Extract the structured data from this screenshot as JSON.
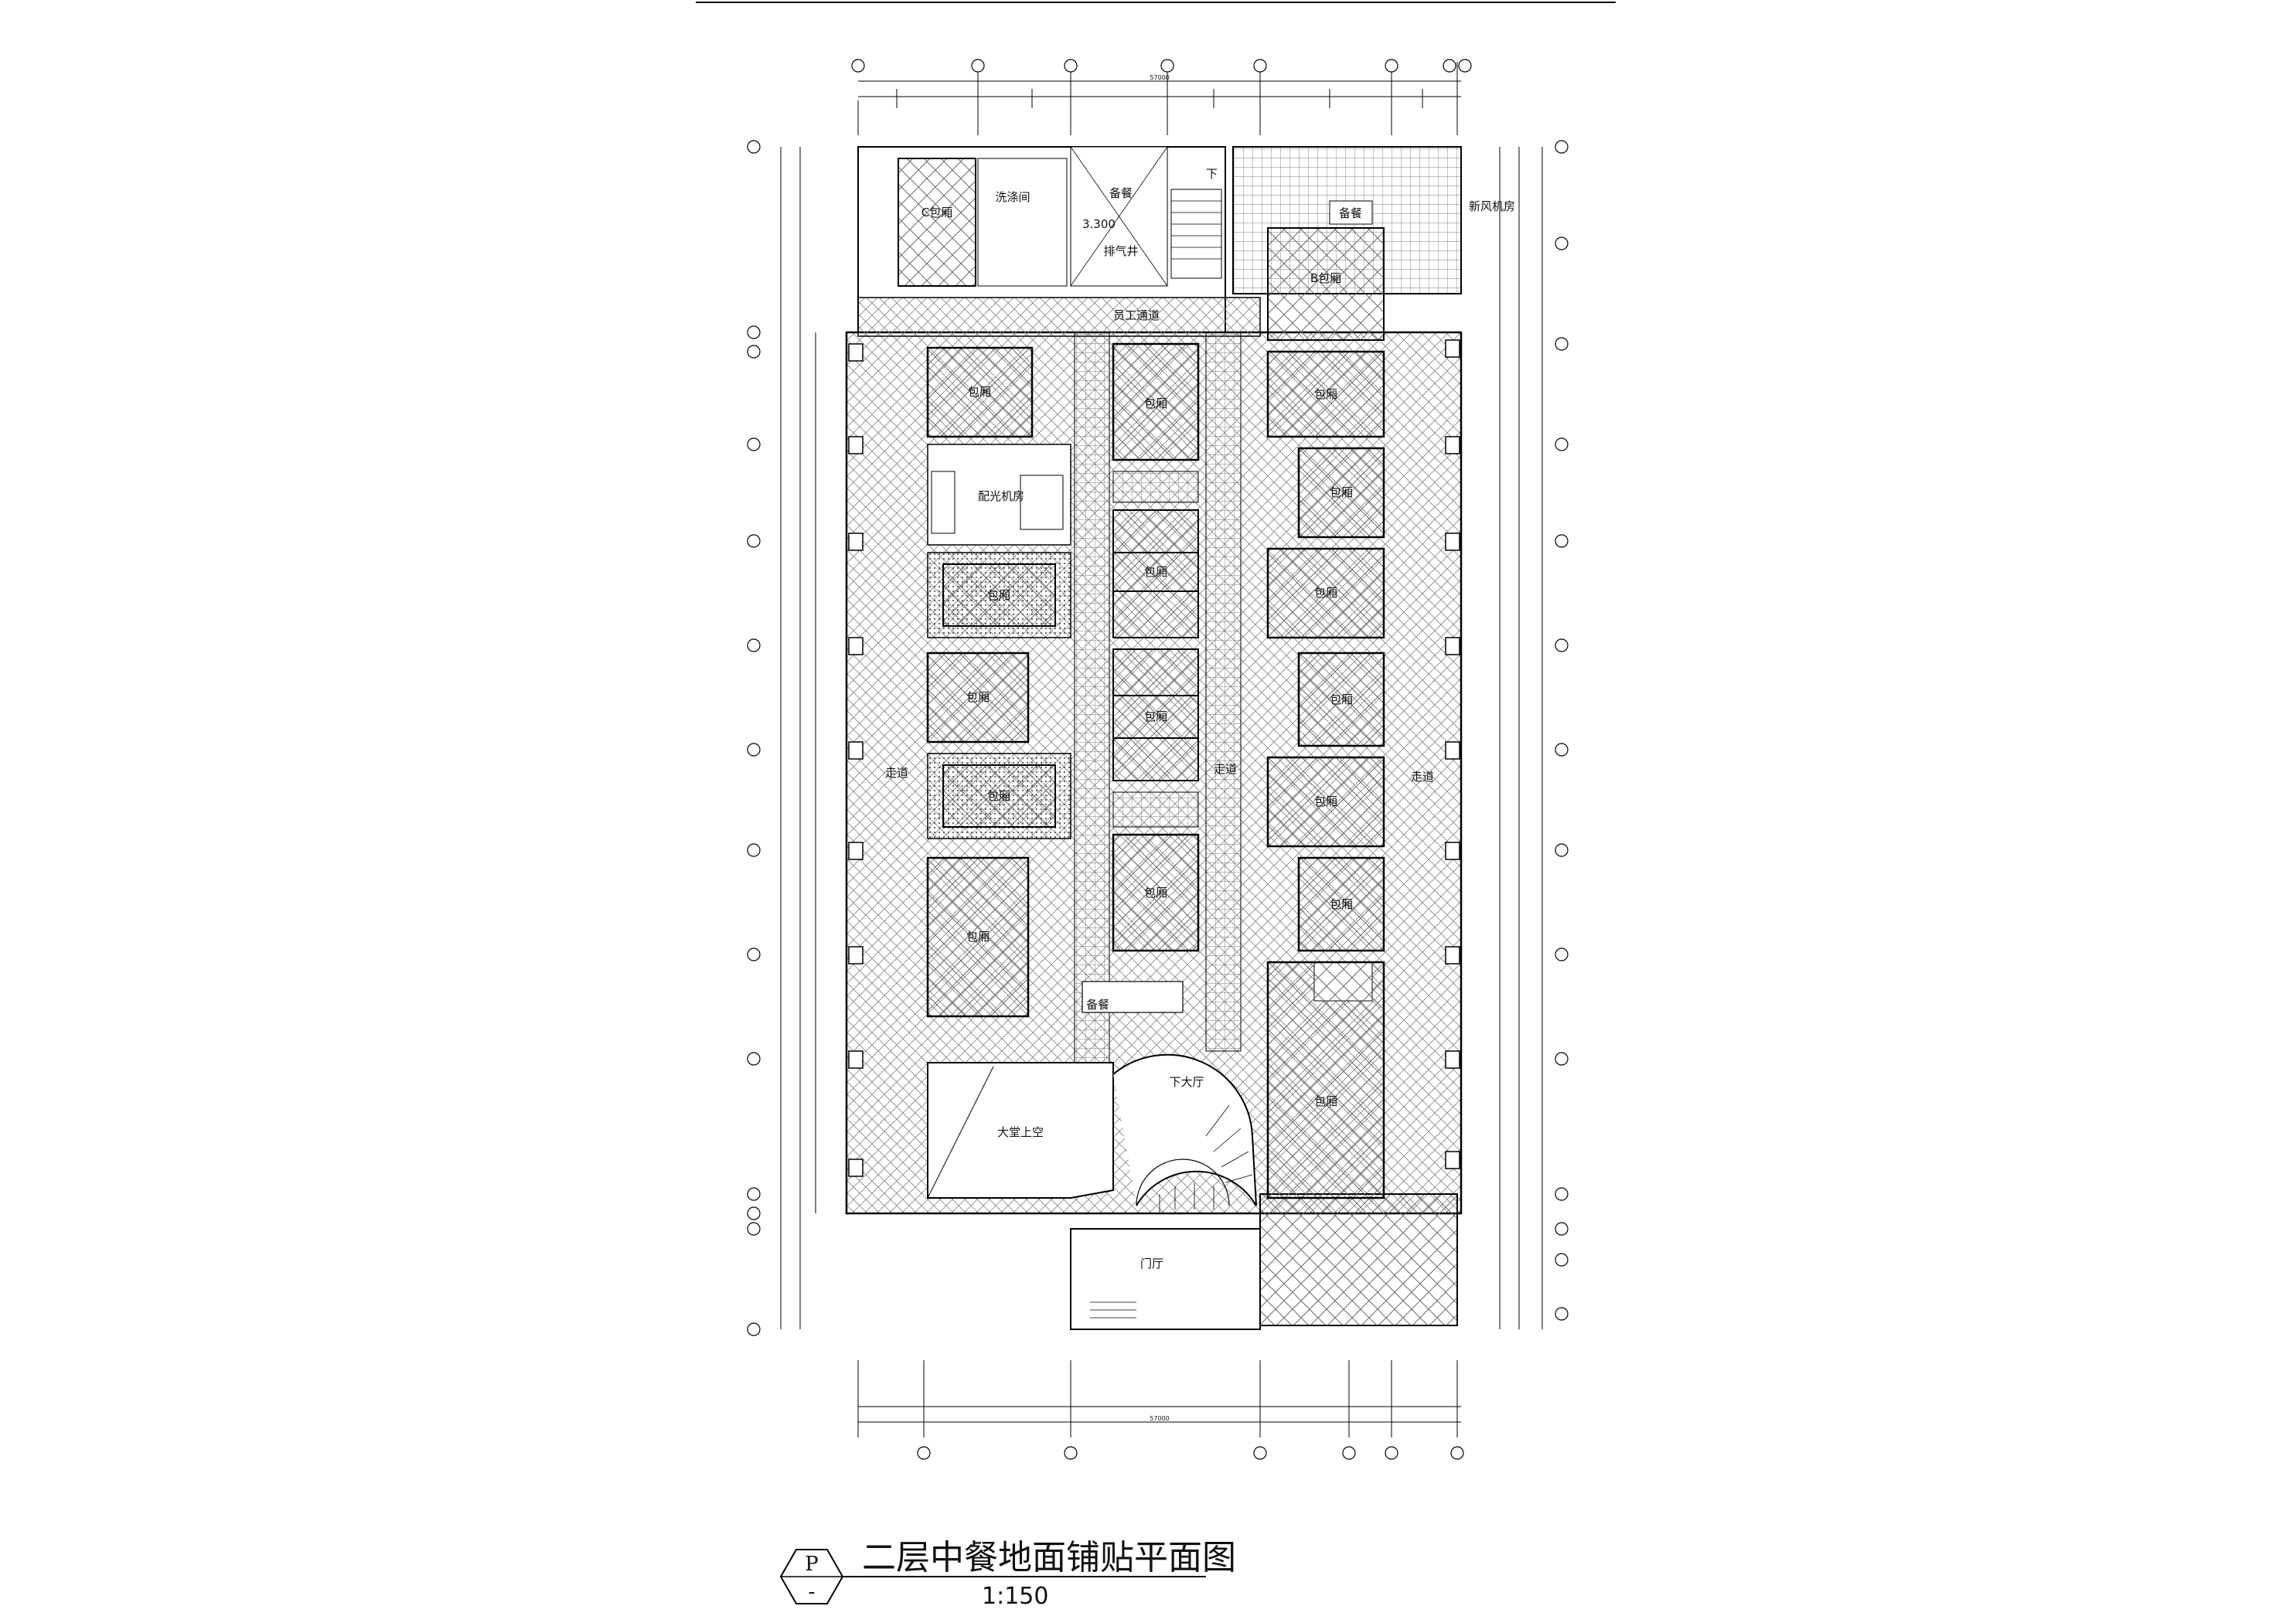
{
  "drawing": {
    "title": "二层中餐地面铺贴平面图",
    "scale": "1:150",
    "badge_letter": "P",
    "badge_sub": "-",
    "overall_dimension": "57000",
    "rooms": {
      "private_c": "C包厢",
      "dishwash": "洗涤间",
      "kitchen": "备餐",
      "stair_down": "下",
      "level": "3.300",
      "exhaust_shaft": "排气井",
      "fresh_air_room": "新风机房",
      "prep": "备餐",
      "private_b": "B包厢",
      "staff_passage": "员工通道",
      "left_col_1": "包厢",
      "machine_room": "配光机房",
      "left_col_3": "包厢",
      "left_col_4": "包厢",
      "left_col_5": "包厢",
      "left_col_6": "包厢",
      "mid_col_1": "包厢",
      "mid_col_2": "包厢",
      "mid_col_3": "包厢",
      "mid_col_4": "包厢",
      "right_col_1": "包厢",
      "right_col_2": "包厢",
      "right_col_3": "包厢",
      "right_col_4": "包厢",
      "right_col_5": "包厢",
      "right_col_6": "包厢",
      "right_col_7": "包厢",
      "hall_void": "大堂上空",
      "down_to_hall": "下大厅",
      "foyer": "门厅",
      "corridor_left": "走道",
      "corridor_mid": "走道",
      "corridor_right": "走道",
      "service": "备餐"
    }
  }
}
